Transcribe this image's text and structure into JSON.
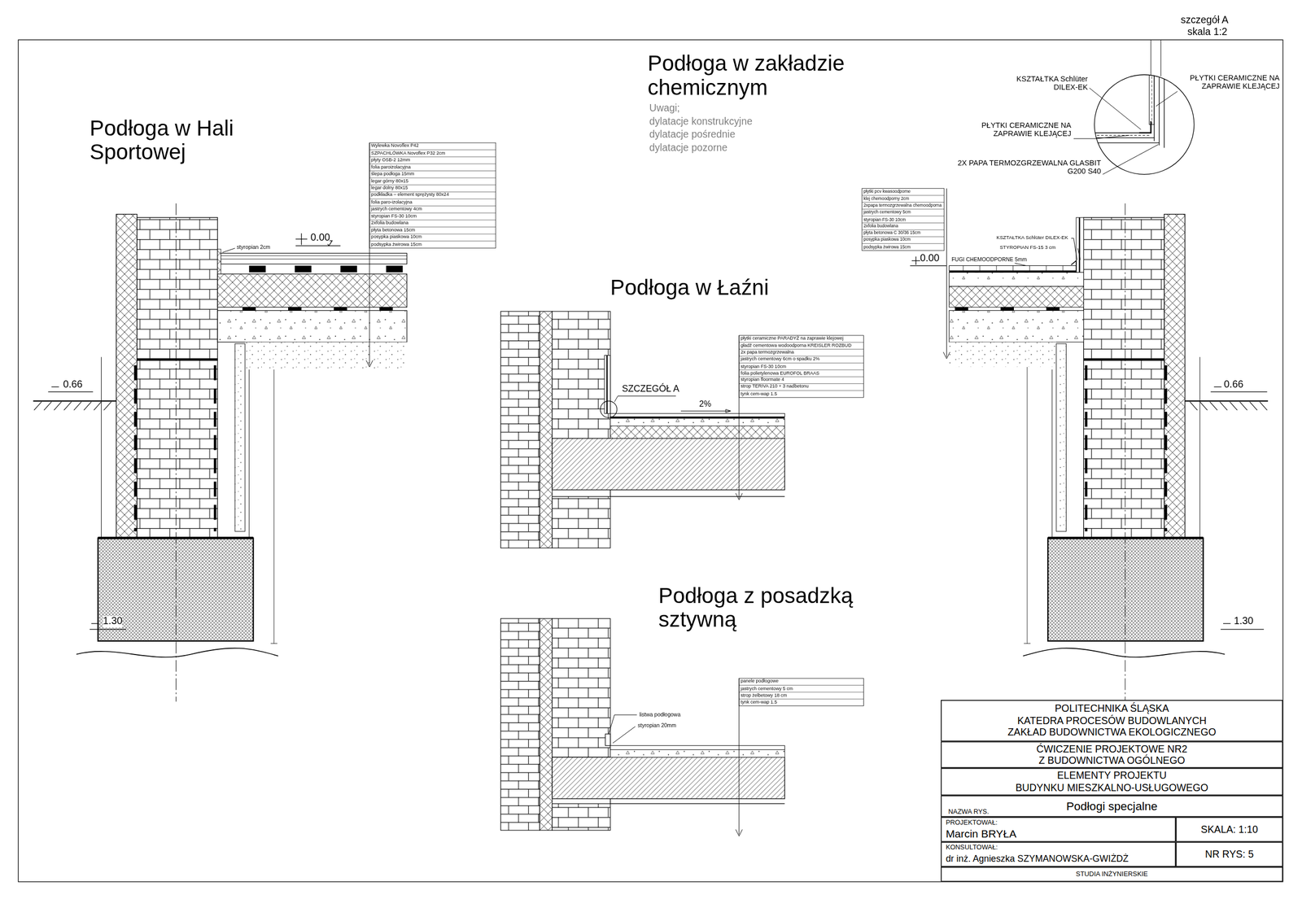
{
  "diagram": {
    "nodes": [
      {
        "text": [
          "POLITECHNIKA ŚLĄSKA",
          "KATEDRA PROCESÓW BUDOWLANYCH",
          "ZAKŁAD BUDOWNICTWA EKOLOGICZNEGO"
        ]
      },
      {
        "text": [
          "ĆWICZENIE PROJEKTOWE NR2 Z BUDOWNICTWA OGÓLNEGO"
        ]
      },
      {
        "text": [
          "ELEMENTY PROJEKTU BUDYNKU MIESZKALNO-USŁUGOWEGO"
        ]
      },
      {
        "text": [
          "NAZWA RYS.",
          "Podłogi specjalne"
        ]
      },
      {
        "text": [
          "PROJEKTOWAŁ:",
          "Marcin BRYŁA"
        ]
      },
      {
        "text": [
          "SKALA: 1:10"
        ]
      },
      {
        "text": [
          "KONSULTOWAŁ:",
          "dr inż. Agnieszka SZYMANOWSKA-GWIŻDŻ"
        ]
      },
      {
        "text": [
          "NR RYS: 5"
        ]
      },
      {
        "text": [
          "STUDIA INŻYNIERSKIE"
        ]
      }
    ],
    "labels": [
      "Podłoga w Hali Sportowej",
      "Podłoga w zakładzie chemicznym",
      "Uwagi;",
      "dylatacje konstrukcyjne",
      "dylatacje pośrednie",
      "dylatacje pozorne",
      "Podłoga w Łaźni",
      "Podłoga z posadzką sztywną",
      "szczegół A",
      "skala 1:2",
      "KSZTAŁTKA Schlüter DILEX-EK",
      "PŁYTKI CERAMICZNE NA ZAPRAWIE KLEJĄCEJ",
      "PŁYTKI CERAMICZNE NA ZAPRAWIE KLEJĄCEJ",
      "2X PAPA TERMOZGRZEWALNA GLASBIT G200 S40",
      "0.00",
      "styropian 2cm",
      "0.66",
      "1.30",
      "Wylewka Novoflex P42",
      "SZPACHLÓWKA Novoflex P32 2cm",
      "płyty OSB-2 12mm",
      "folia paroizolacyjna",
      "ślepa podłoga 15mm",
      "legar górny 80x15",
      "legar dolny 80x15",
      "podkładka – element sprężysty 80x24",
      "folia paro-izolacyjna",
      "jastrych cementowy 4cm",
      "styropian FS-30 10cm",
      "2xfolia budowlana",
      "płyta betonowa 15cm",
      "posypka piaskowa 10cm",
      "podsypka żwirowa 15cm",
      "SZCZEGÓŁ A",
      "2%",
      "płytki ceramiczne PARADYŻ na zaprawie klejowej",
      "gładź cementowa wodoodporna KREISLER ROZBUD",
      "2x papa termozgrzewalna",
      "jastrych cementowy 6cm o spadku 2%",
      "styropian FS-30 10cm",
      "folia polietylenowa EUROFOL BRAAS",
      "styropian floormate 4",
      "strop TERIVA 210 + 3 nadbetonu",
      "tynk cem-wap 1.5",
      "listwa podłogowa",
      "styropian 20mm",
      "panele podłogowe",
      "jastrych cementowy 5 cm",
      "strop żelbetowy 18 cm",
      "tynk cem-wap 1.5",
      "płytki pcv kwasoodporne",
      "klej chemoodporny 2cm",
      "2xpapa termozgrzewalna chemoodporna",
      "jastrych cementowy 5cm",
      "styropian FS-30 10cm",
      "2xfolia budowlana",
      "płyta betonowa C 30/36 15cm",
      "posypka piaskowa 10cm",
      "podsypka żwirowa 15cm",
      "KSZTAŁTKA Schlüter DILEX-EK",
      "STYROPIAN FS-15 3 cm",
      "0.00",
      "FUGI CHEMOODPORNE 5mm",
      "0.66",
      "1.30"
    ]
  }
}
